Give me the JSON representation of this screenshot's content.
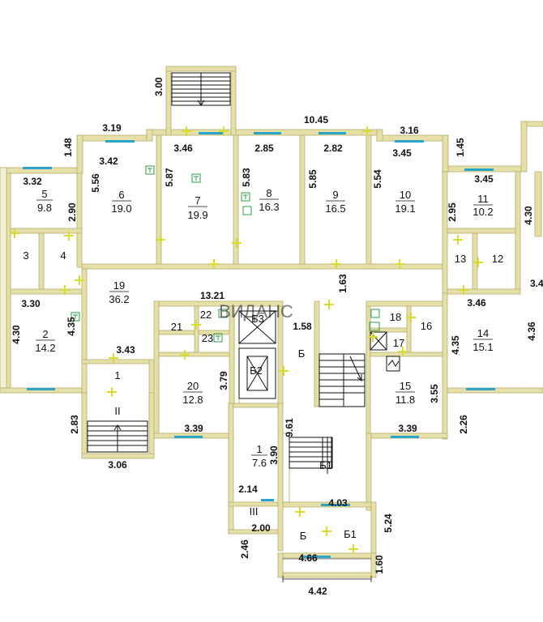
{
  "dimensions": {
    "d_300": "3.00",
    "d_1045": "10.45",
    "d_148": "1.48",
    "d_319": "3.19",
    "d_316": "3.16",
    "d_145": "1.45",
    "d_342": "3.42",
    "d_346a": "3.46",
    "d_285": "2.85",
    "d_282": "2.82",
    "d_345a": "3.45",
    "d_345b": "3.45",
    "d_332": "3.32",
    "d_556": "5.56",
    "d_587": "5.87",
    "d_583": "5.83",
    "d_585": "5.85",
    "d_554": "5.54",
    "d_290": "2.90",
    "d_295": "2.95",
    "d_430a": "4.30",
    "d_330": "3.30",
    "d_1321": "13.21",
    "d_163": "1.63",
    "d_340": "3.4",
    "d_430b": "4.30",
    "d_435a": "4.35",
    "d_343": "3.43",
    "d_158": "1.58",
    "d_346b": "3.46",
    "d_435b": "4.35",
    "d_436": "4.36",
    "d_379": "3.79",
    "d_355": "3.55",
    "d_283": "2.83",
    "d_961": "9.61",
    "d_339a": "3.39",
    "d_339b": "3.39",
    "d_226": "2.26",
    "d_306": "3.06",
    "d_390": "3.90",
    "d_214": "2.14",
    "d_403": "4.03",
    "d_524": "5.24",
    "d_200": "2.00",
    "d_246": "2.46",
    "d_466": "4.66",
    "d_160": "1.60",
    "d_442": "4.42"
  },
  "rooms": {
    "r1": "1",
    "r2": "2",
    "r3": "3",
    "r4": "4",
    "r5": "5",
    "r6": "6",
    "r7": "7",
    "r8": "8",
    "r9": "9",
    "r10": "10",
    "r11": "11",
    "r12": "12",
    "r13": "13",
    "r14": "14",
    "r15": "15",
    "r16": "16",
    "r17": "17",
    "r18": "18",
    "r19": "19",
    "r20": "20",
    "r21": "21",
    "r22": "22",
    "r23": "23",
    "r1b": "1",
    "rB": "Б",
    "rB1": "Б1",
    "rB1b": "Б1",
    "rB2": "Б2",
    "rB3": "Б3",
    "rBb": "Б",
    "rII": "II",
    "rIII": "III"
  },
  "areas": {
    "a2": "14.2",
    "a5": "9.8",
    "a6": "19.0",
    "a7": "19.9",
    "a8": "16.3",
    "a9": "16.5",
    "a10": "19.1",
    "a11": "10.2",
    "a14": "15.1",
    "a15": "11.8",
    "a19": "36.2",
    "a20": "12.8",
    "a1b": "7.6"
  },
  "watermark": "ВИДАНС",
  "colors": {
    "wall": "#e6e0a8",
    "wall_edge": "#b5ae74",
    "window": "#2aa3c8",
    "marker": "#d8dc2a",
    "symbol": "#2e9e4a",
    "ink": "#111111"
  }
}
